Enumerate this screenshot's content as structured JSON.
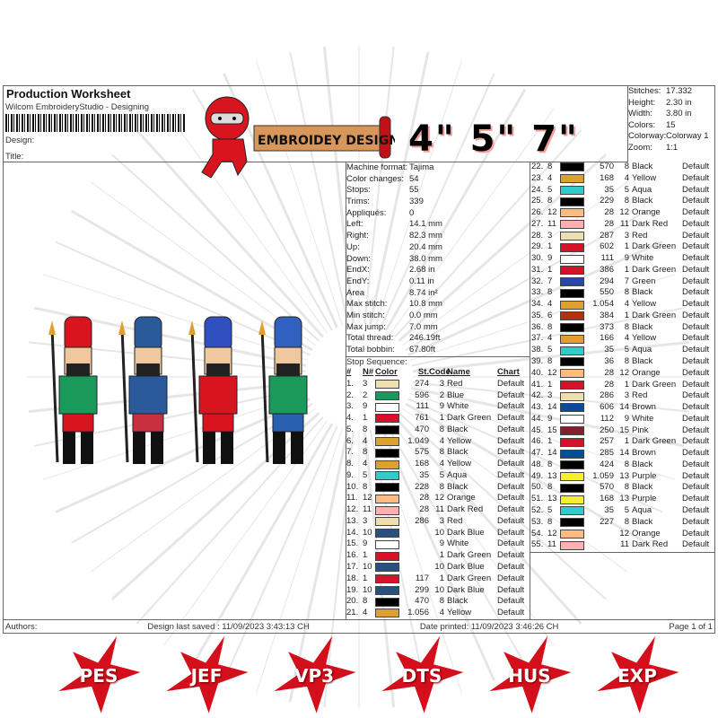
{
  "header": {
    "title": "Production Worksheet",
    "software": "Wilcom EmbroideryStudio - Designing",
    "design_label": "Design:",
    "title_label": "Title:"
  },
  "logo": {
    "text": "EMBROIDEY DESIGN"
  },
  "sizes": "4\" 5\" 7\"",
  "stats": [
    [
      "Stitches:",
      "17.332"
    ],
    [
      "Height:",
      "2.30 in"
    ],
    [
      "Width:",
      "3.80 in"
    ],
    [
      "Colors:",
      "15"
    ],
    [
      "Colorway:",
      "Colorway 1"
    ],
    [
      "Zoom:",
      "1:1"
    ]
  ],
  "info": [
    [
      "Machine format:",
      "Tajima"
    ],
    [
      "Color changes:",
      "54"
    ],
    [
      "Stops:",
      "55"
    ],
    [
      "Trims:",
      "339"
    ],
    [
      "Appliqués:",
      "0"
    ],
    [
      "Left:",
      "14.1 mm"
    ],
    [
      "Right:",
      "82.3 mm"
    ],
    [
      "Up:",
      "20.4 mm"
    ],
    [
      "Down:",
      "38.0 mm"
    ],
    [
      "EndX:",
      "2.68 in"
    ],
    [
      "EndY:",
      "0.11 in"
    ],
    [
      "Area",
      "8.74 in²"
    ],
    [
      "Max stitch:",
      "10.8 mm"
    ],
    [
      "Min stitch:",
      "0.0 mm"
    ],
    [
      "Max jump:",
      "7.0 mm"
    ],
    [
      "Total thread:",
      "246.19ft"
    ],
    [
      "Total bobbin:",
      "67.80ft"
    ]
  ],
  "stop_sequence_label": "Stop Sequence:",
  "columns": [
    "#",
    "N#",
    "Color",
    "St.",
    "Code",
    "Name",
    "Chart"
  ],
  "stops": [
    [
      "1.",
      "3",
      "#eedfb0",
      "274",
      "3",
      "Red",
      "Default"
    ],
    [
      "2.",
      "2",
      "#1a9a5a",
      "596",
      "2",
      "Blue",
      "Default"
    ],
    [
      "3.",
      "9",
      "#ffffff",
      "111",
      "9",
      "White",
      "Default"
    ],
    [
      "4.",
      "1",
      "#d8102a",
      "761",
      "1",
      "Dark Green",
      "Default"
    ],
    [
      "5.",
      "8",
      "#000000",
      "470",
      "8",
      "Black",
      "Default"
    ],
    [
      "6.",
      "4",
      "#e0a030",
      "1.049",
      "4",
      "Yellow",
      "Default"
    ],
    [
      "7.",
      "8",
      "#000000",
      "575",
      "8",
      "Black",
      "Default"
    ],
    [
      "8.",
      "4",
      "#e0a030",
      "168",
      "4",
      "Yellow",
      "Default"
    ],
    [
      "9.",
      "5",
      "#30cccc",
      "35",
      "5",
      "Aqua",
      "Default"
    ],
    [
      "10.",
      "8",
      "#000000",
      "228",
      "8",
      "Black",
      "Default"
    ],
    [
      "11.",
      "12",
      "#ffbb80",
      "28",
      "12",
      "Orange",
      "Default"
    ],
    [
      "12.",
      "11",
      "#ffb0b0",
      "28",
      "11",
      "Dark Red",
      "Default"
    ],
    [
      "13.",
      "3",
      "#eedfb0",
      "286",
      "3",
      "Red",
      "Default"
    ],
    [
      "14.",
      "10",
      "#2a5080",
      "",
      "10",
      "Dark Blue",
      "Default"
    ],
    [
      "15.",
      "9",
      "#ffffff",
      "",
      "9",
      "White",
      "Default"
    ],
    [
      "16.",
      "1",
      "#d8102a",
      "",
      "1",
      "Dark Green",
      "Default"
    ],
    [
      "17.",
      "10",
      "#2a5080",
      "",
      "10",
      "Dark Blue",
      "Default"
    ],
    [
      "18.",
      "1",
      "#d8102a",
      "117",
      "1",
      "Dark Green",
      "Default"
    ],
    [
      "19.",
      "10",
      "#2a5080",
      "299",
      "10",
      "Dark Blue",
      "Default"
    ],
    [
      "20.",
      "8",
      "#000000",
      "470",
      "8",
      "Black",
      "Default"
    ],
    [
      "21.",
      "4",
      "#e0a030",
      "1.056",
      "4",
      "Yellow",
      "Default"
    ],
    [
      "22.",
      "8",
      "#000000",
      "570",
      "8",
      "Black",
      "Default"
    ],
    [
      "23.",
      "4",
      "#e0a030",
      "168",
      "4",
      "Yellow",
      "Default"
    ],
    [
      "24.",
      "5",
      "#30cccc",
      "35",
      "5",
      "Aqua",
      "Default"
    ],
    [
      "25.",
      "8",
      "#000000",
      "229",
      "8",
      "Black",
      "Default"
    ],
    [
      "26.",
      "12",
      "#ffbb80",
      "28",
      "12",
      "Orange",
      "Default"
    ],
    [
      "27.",
      "11",
      "#ffb0b0",
      "28",
      "11",
      "Dark Red",
      "Default"
    ],
    [
      "28.",
      "3",
      "#eedfb0",
      "287",
      "3",
      "Red",
      "Default"
    ],
    [
      "29.",
      "1",
      "#d8102a",
      "602",
      "1",
      "Dark Green",
      "Default"
    ],
    [
      "30.",
      "9",
      "#ffffff",
      "111",
      "9",
      "White",
      "Default"
    ],
    [
      "31.",
      "1",
      "#d8102a",
      "386",
      "1",
      "Dark Green",
      "Default"
    ],
    [
      "32.",
      "7",
      "#2a44b0",
      "294",
      "7",
      "Green",
      "Default"
    ],
    [
      "33.",
      "8",
      "#000000",
      "550",
      "8",
      "Black",
      "Default"
    ],
    [
      "34.",
      "4",
      "#e0a030",
      "1.054",
      "4",
      "Yellow",
      "Default"
    ],
    [
      "35.",
      "6",
      "#b03010",
      "384",
      "1",
      "Dark Green",
      "Default"
    ],
    [
      "36.",
      "8",
      "#000000",
      "373",
      "8",
      "Black",
      "Default"
    ],
    [
      "37.",
      "4",
      "#e0a030",
      "166",
      "4",
      "Yellow",
      "Default"
    ],
    [
      "38.",
      "5",
      "#30cccc",
      "35",
      "5",
      "Aqua",
      "Default"
    ],
    [
      "39.",
      "8",
      "#000000",
      "36",
      "8",
      "Black",
      "Default"
    ],
    [
      "40.",
      "12",
      "#ffbb80",
      "28",
      "12",
      "Orange",
      "Default"
    ],
    [
      "41.",
      "1",
      "#d8102a",
      "28",
      "1",
      "Dark Green",
      "Default"
    ],
    [
      "42.",
      "3",
      "#eedfb0",
      "286",
      "3",
      "Red",
      "Default"
    ],
    [
      "43.",
      "14",
      "#0a4a9a",
      "606",
      "14",
      "Brown",
      "Default"
    ],
    [
      "44.",
      "9",
      "#ffffff",
      "112",
      "9",
      "White",
      "Default"
    ],
    [
      "45.",
      "15",
      "#802030",
      "250",
      "15",
      "Pink",
      "Default"
    ],
    [
      "46.",
      "1",
      "#d8102a",
      "257",
      "1",
      "Dark Green",
      "Default"
    ],
    [
      "47.",
      "14",
      "#0a4a9a",
      "285",
      "14",
      "Brown",
      "Default"
    ],
    [
      "48.",
      "8",
      "#000000",
      "424",
      "8",
      "Black",
      "Default"
    ],
    [
      "49.",
      "13",
      "#f4f030",
      "1.059",
      "13",
      "Purple",
      "Default"
    ],
    [
      "50.",
      "8",
      "#000000",
      "570",
      "8",
      "Black",
      "Default"
    ],
    [
      "51.",
      "13",
      "#f4f030",
      "168",
      "13",
      "Purple",
      "Default"
    ],
    [
      "52.",
      "5",
      "#30cccc",
      "35",
      "5",
      "Aqua",
      "Default"
    ],
    [
      "53.",
      "8",
      "#000000",
      "227",
      "8",
      "Black",
      "Default"
    ],
    [
      "54.",
      "12",
      "#ffbb80",
      "",
      "12",
      "Orange",
      "Default"
    ],
    [
      "55.",
      "11",
      "#ffb0b0",
      "",
      "11",
      "Dark Red",
      "Default"
    ]
  ],
  "formats": [
    "PES",
    "JEF",
    "VP3",
    "DTS",
    "HUS",
    "EXP"
  ],
  "footer": {
    "authors": "Authors:",
    "saved": "Design last saved : 11/09/2023 3:43:13 CH",
    "printed": "Date printed: 11/09/2023 3:46:26 CH",
    "page": "Page 1 of 1"
  },
  "colors": {
    "star": "#d40f1c",
    "border": "#666666"
  }
}
